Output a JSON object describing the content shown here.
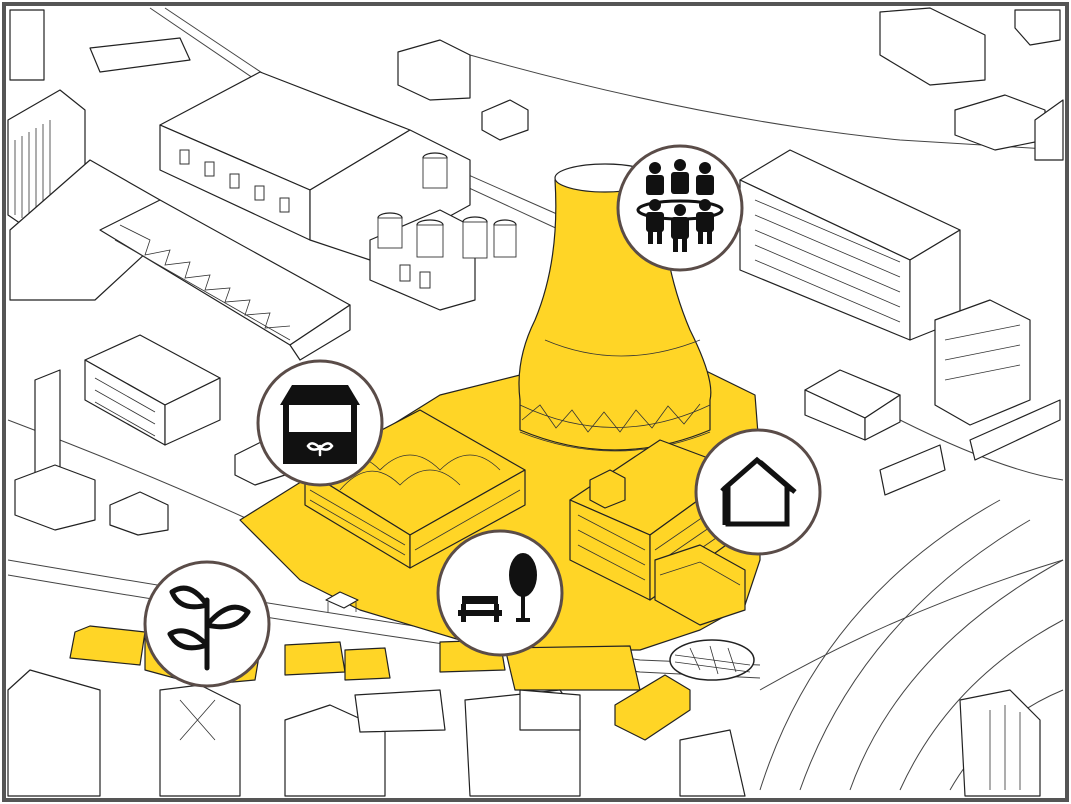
{
  "colors": {
    "highlight": "#FFD526",
    "line": "#222222",
    "frame": "#555555",
    "background": "#ffffff",
    "icon_circle_border": "#5a4c48",
    "icon_ink": "#111111"
  },
  "icons": [
    {
      "name": "community-people-icon",
      "meaning": "people-group"
    },
    {
      "name": "market-stall-icon",
      "meaning": "market-stall"
    },
    {
      "name": "housing-icon",
      "meaning": "house"
    },
    {
      "name": "park-bench-tree-icon",
      "meaning": "bench-and-tree"
    },
    {
      "name": "plant-sprout-icon",
      "meaning": "sprout"
    }
  ]
}
